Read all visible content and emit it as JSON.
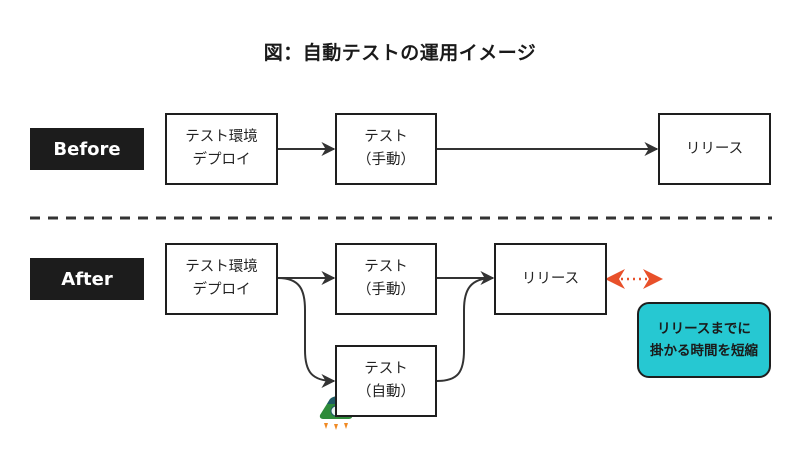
{
  "title": "図：自動テストの運用イメージ",
  "before": {
    "label": "Before",
    "boxes": [
      {
        "id": "deploy",
        "lines": [
          "テスト環境",
          "デプロイ"
        ]
      },
      {
        "id": "manual-test",
        "lines": [
          "テスト",
          "（手動）"
        ]
      },
      {
        "id": "release",
        "lines": [
          "リリース"
        ]
      }
    ]
  },
  "after": {
    "label": "After",
    "boxes": [
      {
        "id": "deploy",
        "lines": [
          "テスト環境",
          "デプロイ"
        ]
      },
      {
        "id": "manual-test",
        "lines": [
          "テスト",
          "（手動）"
        ]
      },
      {
        "id": "auto-test",
        "lines": [
          "テスト",
          "（自動）"
        ]
      },
      {
        "id": "release",
        "lines": [
          "リリース"
        ]
      }
    ],
    "callout": {
      "lines": [
        "リリースまでに",
        "掛かる時間を短縮"
      ]
    }
  },
  "icons": {
    "rocket": "rocket-icon"
  },
  "colors": {
    "label_bg": "#1c1c1c",
    "callout_fill": "#26C8D2",
    "accent_arrow": "#E8502A",
    "rocket_green": "#2E8B3A",
    "rocket_top": "#1F5A66",
    "flame": "#F08A24"
  }
}
